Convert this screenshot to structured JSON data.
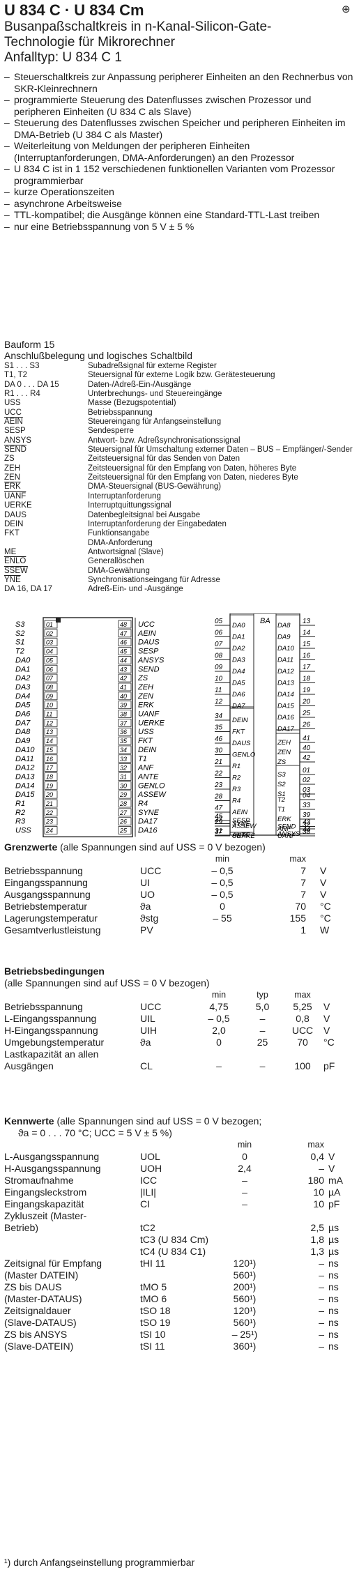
{
  "header": {
    "title": "U 834 C · U 834 Cm",
    "logo_glyph": "⊕",
    "subtitle_lines": [
      "Busanpaßschaltkreis in n-Kanal-Silicon-Gate-",
      "Technologie für Mikrorechner",
      "Anfalltyp: U 834 C 1"
    ]
  },
  "features": [
    "Steuerschaltkreis zur Anpassung peripherer Einheiten an den Rechnerbus von SKR-Kleinrechnern",
    "programmierte Steuerung des Datenflusses zwischen Prozessor und peripheren Einheiten (U 834 C als Slave)",
    "Steuerung des Datenflusses zwischen Speicher und peripheren Einheiten im DMA-Betrieb (U 384 C als Master)",
    "Weiterleitung von Meldungen der peripheren Einheiten (Interruptanforderungen, DMA-Anforderungen) an den Prozessor",
    "U 834 C ist in 1 152 verschiedenen funktionellen Varianten vom Prozessor programmierbar",
    "kurze Operationszeiten",
    "asynchrone Arbeitsweise",
    "TTL-kompatibel; die Ausgänge können eine Standard-TTL-Last treiben",
    "nur eine Betriebsspannung von 5 V ± 5 %"
  ],
  "pinout": {
    "bauform": "Bauform 15",
    "heading": "Anschlußbelegung und logisches Schaltbild",
    "rows": [
      {
        "sig": "S1 . . . S3",
        "desc": "Subadreßsignal für externe Register"
      },
      {
        "sig": "T1, T2",
        "desc": "Steuersignal für externe Logik bzw. Gerätesteuerung"
      },
      {
        "sig": "DA 0 . . . DA 15",
        "desc": "Daten-/Adreß-Ein-/Ausgänge"
      },
      {
        "sig": "R1 . . . R4",
        "desc": "Unterbrechungs- und Steuereingänge"
      },
      {
        "sig": "USS",
        "desc": "Masse (Bezugspotential)"
      },
      {
        "sig": "UCC",
        "desc": "Betriebsspannung"
      },
      {
        "sig": "AEIN",
        "desc": "Steuereingang für Anfangseinstellung"
      },
      {
        "sig": "SESP",
        "desc": "Sendesperre"
      },
      {
        "sig": "ANSYS",
        "desc": "Antwort- bzw. Adreßsynchronisationssignal"
      },
      {
        "sig": "SEND",
        "desc": "Steuersignal für Umschaltung externer Daten – BUS – Empfänger/-Sender"
      },
      {
        "sig": "ZS",
        "desc": "Zeitsteuersignal für das Senden von Daten"
      },
      {
        "sig": "ZEH",
        "desc": "Zeitsteuersignal für den Empfang von Daten, höheres Byte"
      },
      {
        "sig": "ZEN",
        "desc": "Zeitsteuersignal für den Empfang von Daten, niederes Byte"
      },
      {
        "sig": "ERK",
        "desc": "DMA-Steuersignal (BUS-Gewährung)"
      },
      {
        "sig": "UANF",
        "desc": "Interruptanforderung"
      },
      {
        "sig": "UERKE",
        "desc": "Interruptquittungssignal"
      },
      {
        "sig": "DAUS",
        "desc": "Datenbegleitsignal bei Ausgabe"
      },
      {
        "sig": "DEIN",
        "desc": "Interruptanforderung der Eingabedaten"
      },
      {
        "sig": "FKT",
        "desc": "Funktionsangabe"
      },
      {
        "sig": "",
        "desc": "DMA-Anforderung"
      },
      {
        "sig": "ME",
        "desc": "Antwortsignal (Slave)"
      },
      {
        "sig": "ENLO",
        "desc": "Generallöschen"
      },
      {
        "sig": "SSEW",
        "desc": "DMA-Gewährung"
      },
      {
        "sig": "YNE",
        "desc": "Synchronisationseingang für Adresse"
      },
      {
        "sig": "DA 16, DA 17",
        "desc": "Adreß-Ein- und -Ausgänge"
      }
    ]
  },
  "ic": {
    "left": [
      {
        "pin": "01",
        "label": "S3"
      },
      {
        "pin": "02",
        "label": "S2"
      },
      {
        "pin": "03",
        "label": "S1"
      },
      {
        "pin": "04",
        "label": "T2"
      },
      {
        "pin": "05",
        "label": "DA0"
      },
      {
        "pin": "06",
        "label": "DA1"
      },
      {
        "pin": "07",
        "label": "DA2"
      },
      {
        "pin": "08",
        "label": "DA3"
      },
      {
        "pin": "09",
        "label": "DA4"
      },
      {
        "pin": "10",
        "label": "DA5"
      },
      {
        "pin": "11",
        "label": "DA6"
      },
      {
        "pin": "12",
        "label": "DA7"
      },
      {
        "pin": "13",
        "label": "DA8"
      },
      {
        "pin": "14",
        "label": "DA9"
      },
      {
        "pin": "15",
        "label": "DA10"
      },
      {
        "pin": "16",
        "label": "DA11"
      },
      {
        "pin": "17",
        "label": "DA12"
      },
      {
        "pin": "18",
        "label": "DA13"
      },
      {
        "pin": "19",
        "label": "DA14"
      },
      {
        "pin": "20",
        "label": "DA15"
      },
      {
        "pin": "21",
        "label": "R1"
      },
      {
        "pin": "22",
        "label": "R2"
      },
      {
        "pin": "23",
        "label": "R3"
      },
      {
        "pin": "24",
        "label": "USS"
      }
    ],
    "right": [
      {
        "pin": "48",
        "label": "UCC"
      },
      {
        "pin": "47",
        "label": "AEIN"
      },
      {
        "pin": "46",
        "label": "DAUS"
      },
      {
        "pin": "45",
        "label": "SESP"
      },
      {
        "pin": "44",
        "label": "ANSYS"
      },
      {
        "pin": "43",
        "label": "SEND"
      },
      {
        "pin": "42",
        "label": "ZS"
      },
      {
        "pin": "41",
        "label": "ZEH"
      },
      {
        "pin": "40",
        "label": "ZEN"
      },
      {
        "pin": "39",
        "label": "ERK"
      },
      {
        "pin": "38",
        "label": "UANF"
      },
      {
        "pin": "37",
        "label": "UERKE"
      },
      {
        "pin": "36",
        "label": "USS"
      },
      {
        "pin": "35",
        "label": "FKT"
      },
      {
        "pin": "34",
        "label": "DEIN"
      },
      {
        "pin": "33",
        "label": "T1"
      },
      {
        "pin": "32",
        "label": "ANF"
      },
      {
        "pin": "31",
        "label": "ANTE"
      },
      {
        "pin": "30",
        "label": "GENLO"
      },
      {
        "pin": "29",
        "label": "ASSEW"
      },
      {
        "pin": "28",
        "label": "R4"
      },
      {
        "pin": "27",
        "label": "SYNE"
      },
      {
        "pin": "26",
        "label": "DA17"
      },
      {
        "pin": "25",
        "label": "DA16"
      }
    ]
  },
  "logic": {
    "chip_label": "BA",
    "left_a": [
      {
        "pin": "05",
        "label": "DA0"
      },
      {
        "pin": "06",
        "label": "DA1"
      },
      {
        "pin": "07",
        "label": "DA2"
      },
      {
        "pin": "08",
        "label": "DA3"
      },
      {
        "pin": "09",
        "label": "DA4"
      },
      {
        "pin": "10",
        "label": "DA5"
      },
      {
        "pin": "11",
        "label": "DA6"
      },
      {
        "pin": "12",
        "label": "DA7"
      }
    ],
    "left_b": [
      {
        "pin": "34",
        "label": "DEIN"
      },
      {
        "pin": "35",
        "label": "FKT"
      },
      {
        "pin": "46",
        "label": "DAUS"
      },
      {
        "pin": "30",
        "label": "GENLO"
      },
      {
        "pin": "21",
        "label": "R1"
      },
      {
        "pin": "22",
        "label": "R2"
      },
      {
        "pin": "23",
        "label": "R3"
      },
      {
        "pin": "28",
        "label": "R4"
      },
      {
        "pin": "47",
        "label": "AEIN"
      },
      {
        "pin": "27",
        "label": "SYNE"
      },
      {
        "pin": "31",
        "label": "ANTE"
      }
    ],
    "left_c": [
      {
        "pin": "45",
        "label": "SESP"
      }
    ],
    "left_d": [
      {
        "pin": "29",
        "label": "ASSEW"
      },
      {
        "pin": "37",
        "label": "UERKE"
      }
    ],
    "right_a": [
      {
        "pin": "13",
        "label": "DA8"
      },
      {
        "pin": "14",
        "label": "DA9"
      },
      {
        "pin": "15",
        "label": "DA10"
      },
      {
        "pin": "16",
        "label": "DA11"
      },
      {
        "pin": "17",
        "label": "DA12"
      },
      {
        "pin": "18",
        "label": "DA13"
      },
      {
        "pin": "19",
        "label": "DA14"
      },
      {
        "pin": "20",
        "label": "DA15"
      },
      {
        "pin": "25",
        "label": "DA16"
      },
      {
        "pin": "26",
        "label": "DA17"
      }
    ],
    "right_b": [
      {
        "pin": "41",
        "label": "ZEH"
      },
      {
        "pin": "40",
        "label": "ZEN"
      },
      {
        "pin": "42",
        "label": "ZS"
      }
    ],
    "right_c": [
      {
        "pin": "01",
        "label": "S3"
      },
      {
        "pin": "02",
        "label": "S2"
      },
      {
        "pin": "03",
        "label": "S1"
      }
    ],
    "right_d": [
      {
        "pin": "04",
        "label": "T2"
      },
      {
        "pin": "33",
        "label": "T1"
      }
    ],
    "right_e": [
      {
        "pin": "39",
        "label": "ERK"
      },
      {
        "pin": "43",
        "label": "SEND"
      },
      {
        "pin": "44",
        "label": "ANSYS"
      }
    ],
    "right_f": [
      {
        "pin": "32",
        "label": "ANF"
      },
      {
        "pin": "38",
        "label": "UANF"
      }
    ]
  },
  "grenz": {
    "heading_bold": "Grenzwerte",
    "heading_rest": "(alle Spannungen sind auf USS = 0 V bezogen)",
    "col_min": "min",
    "col_max": "max",
    "rows": [
      {
        "name": "Betriebsspannung",
        "sym": "UCC",
        "min": "– 0,5",
        "max": "7",
        "unit": "V"
      },
      {
        "name": "Eingangsspannung",
        "sym": "UI",
        "min": "– 0,5",
        "max": "7",
        "unit": "V"
      },
      {
        "name": "Ausgangsspannung",
        "sym": "UO",
        "min": "– 0,5",
        "max": "7",
        "unit": "V"
      },
      {
        "name": "Betriebstemperatur",
        "sym": "ϑa",
        "min": "0",
        "max": "70",
        "unit": "°C"
      },
      {
        "name": "Lagerungstemperatur",
        "sym": "ϑstg",
        "min": "– 55",
        "max": "155",
        "unit": "°C"
      },
      {
        "name": "Gesamtverlustleistung",
        "sym": "PV",
        "min": "",
        "max": "1",
        "unit": "W"
      }
    ]
  },
  "betrieb": {
    "heading_bold": "Betriebsbedingungen",
    "heading_rest": "(alle Spannungen sind auf USS = 0 V bezogen)",
    "col_min": "min",
    "col_typ": "typ",
    "col_max": "max",
    "rows": [
      {
        "name": "Betriebsspannung",
        "sym": "UCC",
        "min": "4,75",
        "typ": "5,0",
        "max": "5,25",
        "unit": "V"
      },
      {
        "name": "L-Eingangsspannung",
        "sym": "UIL",
        "min": "– 0,5",
        "typ": "–",
        "max": "0,8",
        "unit": "V"
      },
      {
        "name": "H-Eingangsspannung",
        "sym": "UIH",
        "min": "2,0",
        "typ": "–",
        "max": "UCC",
        "unit": "V"
      },
      {
        "name": "Umgebungstemperatur",
        "sym": "ϑa",
        "min": "0",
        "typ": "25",
        "max": "70",
        "unit": "°C"
      },
      {
        "name": "Lastkapazität an allen",
        "sym": "",
        "min": "",
        "typ": "",
        "max": "",
        "unit": ""
      },
      {
        "name": "Ausgängen",
        "sym": "CL",
        "min": "–",
        "typ": "–",
        "max": "100",
        "unit": "pF"
      }
    ]
  },
  "kenn": {
    "heading_bold": "Kennwerte",
    "heading_rest": "(alle Spannungen sind auf USS = 0 V bezogen;",
    "heading_line2": "ϑa = 0 . . . 70 °C; UCC = 5 V ± 5 %)",
    "col_min": "min",
    "col_max": "max",
    "rows": [
      {
        "name": "L-Ausgangsspannung",
        "sym": "UOL",
        "min": "0",
        "max": "0,4",
        "unit": "V"
      },
      {
        "name": "H-Ausgangsspannung",
        "sym": "UOH",
        "min": "2,4",
        "max": "–",
        "unit": "V"
      },
      {
        "name": "Stromaufnahme",
        "sym": "ICC",
        "min": "–",
        "max": "180",
        "unit": "mA"
      },
      {
        "name": "Eingangsleckstrom",
        "sym": "|ILI|",
        "min": "–",
        "max": "10",
        "unit": "µA"
      },
      {
        "name": "Eingangskapazität",
        "sym": "CI",
        "min": "–",
        "max": "10",
        "unit": "pF"
      },
      {
        "name": "Zykluszeit (Master-",
        "sym": "",
        "min": "",
        "max": "",
        "unit": ""
      },
      {
        "name": "Betrieb)",
        "sym": "tC2",
        "min": "",
        "max": "2,5",
        "unit": "µs"
      },
      {
        "name": "",
        "sym": "tC3  (U 834 Cm)",
        "min": "",
        "max": "1,8",
        "unit": "µs"
      },
      {
        "name": "",
        "sym": "tC4  (U 834 C1)",
        "min": "",
        "max": "1,3",
        "unit": "µs"
      },
      {
        "name": "Zeitsignal für Empfang",
        "sym": "tHI  11",
        "min": "120¹)",
        "max": "–",
        "unit": "ns"
      },
      {
        "name": "(Master DATEIN)",
        "sym": "",
        "min": "560¹)",
        "max": "–",
        "unit": "ns"
      },
      {
        "name": "ZS bis DAUS",
        "sym": "tMO  5",
        "min": "200¹)",
        "max": "–",
        "unit": "ns"
      },
      {
        "name": "(Master-DATAUS)",
        "sym": "tMO  6",
        "min": "560¹)",
        "max": "–",
        "unit": "ns"
      },
      {
        "name": "Zeitsignaldauer",
        "sym": "tSO  18",
        "min": "120¹)",
        "max": "–",
        "unit": "ns"
      },
      {
        "name": "(Slave-DATAUS)",
        "sym": "tSO  19",
        "min": "560¹)",
        "max": "–",
        "unit": "ns"
      },
      {
        "name": "ZS bis ANSYS",
        "sym": "tSI  10",
        "min": "– 25¹)",
        "max": "–",
        "unit": "ns"
      },
      {
        "name": "(Slave-DATEIN)",
        "sym": "tSI  11",
        "min": "360¹)",
        "max": "–",
        "unit": "ns"
      }
    ],
    "footnote": "¹) durch Anfangseinstellung programmierbar"
  }
}
